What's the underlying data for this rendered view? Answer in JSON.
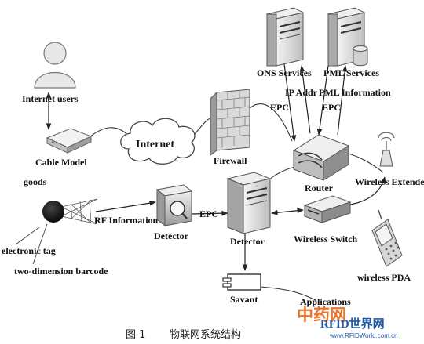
{
  "labels": {
    "internet_users": "Internet users",
    "cable_model": "Cable Model",
    "internet": "Internet",
    "firewall": "Firewall",
    "ons_services": "ONS Services",
    "pml_services": "PML Services",
    "ip_addr": "IP Addr",
    "pml_information": "PML Information",
    "epc_left": "EPC",
    "epc_right": "EPC",
    "router": "Router",
    "wireless_extender": "Wireless Extender",
    "goods": "goods",
    "rf_information": "RF Information",
    "epc_mid": "EPC",
    "detector_small": "Detector",
    "detector_server": "Detector",
    "wireless_switch": "Wireless Switch",
    "electronic_tag": "electronic tag",
    "two_dimension_barcode": "two-dimension barcode",
    "savant": "Savant",
    "applications": "Applications",
    "wireless_pda": "wireless PDA"
  },
  "caption": {
    "figure_no": "图 1",
    "title": "物联网系统结构"
  },
  "watermark": {
    "text1": "中药网",
    "text2": "RFID世界网",
    "url": "www.RFIDWorld.com.cn"
  }
}
